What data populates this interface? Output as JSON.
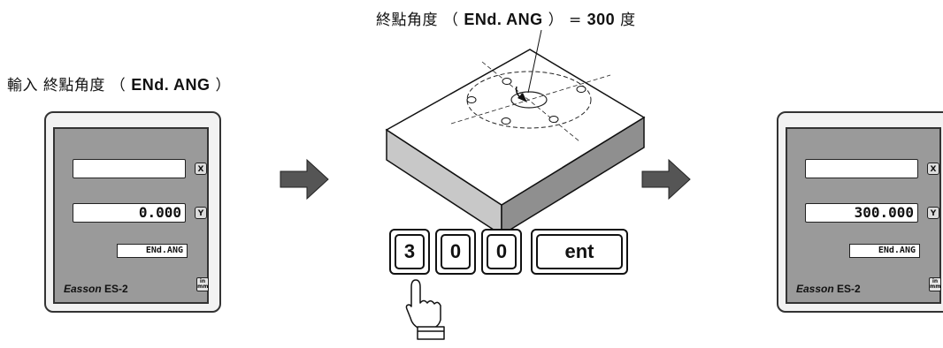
{
  "captions": {
    "top": {
      "prefix": "終點角度 （",
      "code": "ENd. ANG",
      "middle": "） =",
      "value": "300",
      "suffix": "度"
    },
    "left": {
      "prefix": "輸入 終點角度 （",
      "code": "ENd. ANG",
      "suffix": "）"
    }
  },
  "dro_before": {
    "x_value": "",
    "y_value": "0.000",
    "display": "ENd.ANG",
    "axis_x": "X",
    "axis_y": "Y",
    "brand": "Easson",
    "model": "ES-2",
    "unit_top": "in",
    "unit_bottom": "mm"
  },
  "dro_after": {
    "x_value": "",
    "y_value": "300.000",
    "display": "ENd.ANG",
    "axis_x": "X",
    "axis_y": "Y",
    "brand": "Easson",
    "model": "ES-2",
    "unit_top": "in",
    "unit_bottom": "mm"
  },
  "keys": [
    "3",
    "0",
    "0",
    "ent"
  ]
}
